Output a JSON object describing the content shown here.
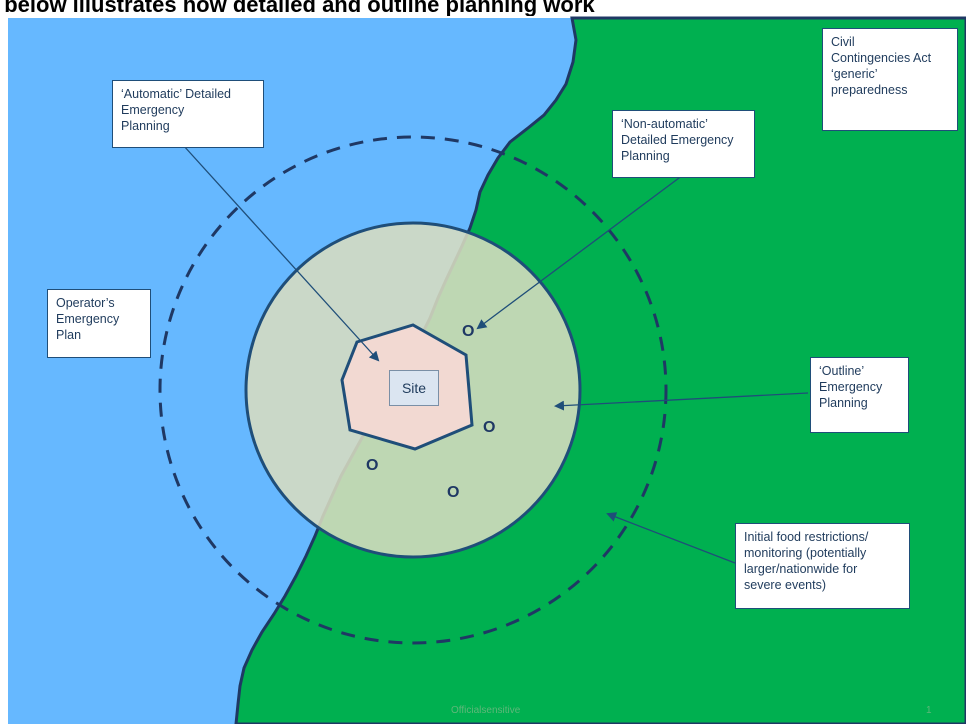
{
  "heading": "l below illustrates how detailed and outline planning work",
  "labels": {
    "civil": [
      "Civil",
      "Contingencies Act",
      "‘generic’",
      "preparedness"
    ],
    "automatic": [
      "‘Automatic’ Detailed",
      "Emergency",
      "Planning"
    ],
    "non_automatic": [
      "‘Non-automatic’",
      "Detailed Emergency",
      "Planning"
    ],
    "operator": [
      "Operator’s",
      "Emergency",
      "Plan"
    ],
    "outline": [
      "‘Outline’",
      "Emergency",
      "Planning"
    ],
    "food": [
      "Initial food restrictions/",
      "monitoring (potentially",
      "larger/nationwide for",
      "severe events)"
    ],
    "site": "Site"
  },
  "markers": [
    "O",
    "O",
    "O",
    "O"
  ],
  "footer": {
    "classification": "Officialsensitive",
    "page": "1"
  },
  "colors": {
    "sea": "#66b8ff",
    "land": "#00b050",
    "coast": "#1f3864",
    "inner_zone": "#d8dcc0",
    "site_area": "#f2d9d2",
    "line": "#1f4e79"
  }
}
